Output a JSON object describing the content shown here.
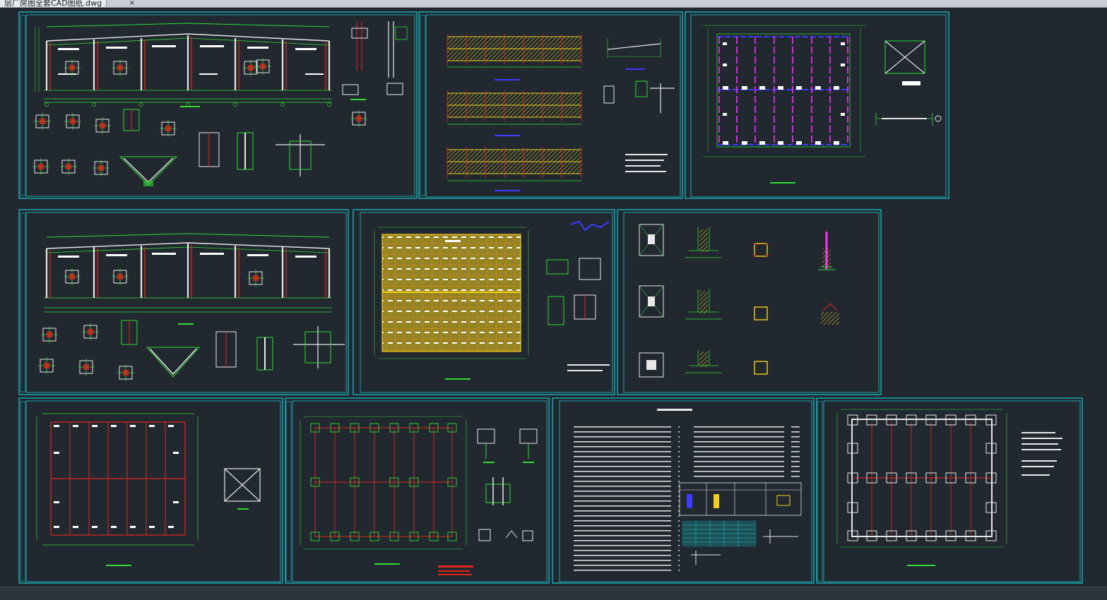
{
  "window": {
    "tab_title": "层厂房图全套CAD图纸.dwg",
    "close_glyph": "×"
  },
  "colors": {
    "background": "#212830",
    "sheet_border": "#19c6cf",
    "frame_green": "#2fdc2f",
    "column_red": "#e2261c",
    "column_white": "#e8e8e8",
    "beam_yellow": "#f2cf19",
    "axis_magenta": "#ff2bff",
    "axis_blue": "#3b3bff"
  },
  "sheets": [
    {
      "id": "s1",
      "type": "frame-elevation"
    },
    {
      "id": "s2",
      "type": "purlin-layout"
    },
    {
      "id": "s3",
      "type": "bracing-plan"
    },
    {
      "id": "s4",
      "type": "frame-elevation"
    },
    {
      "id": "s5",
      "type": "roof-panel-plan"
    },
    {
      "id": "s6",
      "type": "foundation-details"
    },
    {
      "id": "s7",
      "type": "column-plan"
    },
    {
      "id": "s8",
      "type": "anchor-bolt-plan"
    },
    {
      "id": "s9",
      "type": "design-notes"
    },
    {
      "id": "s10",
      "type": "foundation-plan"
    }
  ]
}
